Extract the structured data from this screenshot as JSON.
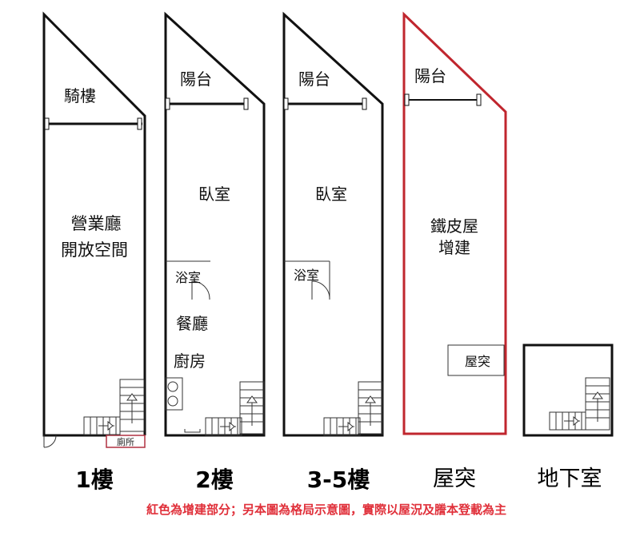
{
  "floors": [
    {
      "name": "1樓",
      "rooms": {
        "arcade": "騎樓",
        "hall": "營業廳",
        "open": "開放空間",
        "toilet": "廁所"
      }
    },
    {
      "name": "2樓",
      "rooms": {
        "balcony": "陽台",
        "bedroom": "臥室",
        "bath": "浴室",
        "dining": "餐廳",
        "kitchen": "廚房"
      }
    },
    {
      "name": "3-5樓",
      "rooms": {
        "balcony": "陽台",
        "bedroom": "臥室",
        "bath": "浴室"
      }
    },
    {
      "name": "屋突",
      "rooms": {
        "balcony": "陽台",
        "tin": "鐵皮屋",
        "addition": "增建",
        "roof": "屋突"
      }
    },
    {
      "name": "地下室"
    }
  ],
  "note": "紅色為增建部分；另本圖為格局示意圖，實際以屋況及謄本登載為主",
  "colors": {
    "wall": "#111111",
    "addition": "#c0262e",
    "note": "#e0303a"
  }
}
